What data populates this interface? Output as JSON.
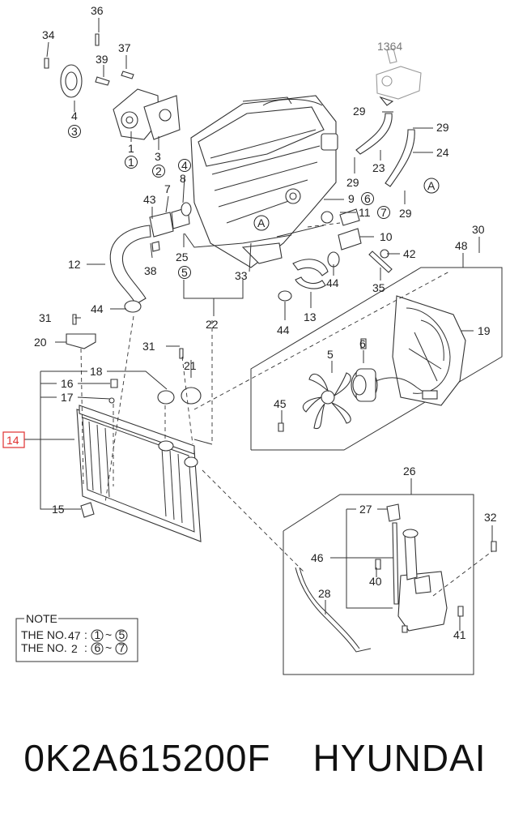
{
  "callouts": {
    "c36": "36",
    "c34": "34",
    "c39": "39",
    "c37": "37",
    "c4": "4",
    "c1": "1",
    "c3": "3",
    "c1364": "1364",
    "c29a": "29",
    "c29b": "29",
    "c24": "24",
    "c23": "23",
    "c29c": "29",
    "c29d": "29",
    "c43": "43",
    "c7": "7",
    "c8": "8",
    "c9": "9",
    "c11": "11",
    "c10": "10",
    "c42": "42",
    "c35": "35",
    "c38": "38",
    "c25": "25",
    "c33": "33",
    "c22": "22",
    "c12": "12",
    "c44a": "44",
    "c44b": "44",
    "c44c": "44",
    "c13": "13",
    "c30": "30",
    "c48": "48",
    "c31a": "31",
    "c20": "20",
    "c31b": "31",
    "c21": "21",
    "c18": "18",
    "c16": "16",
    "c17": "17",
    "c5": "5",
    "c6": "6",
    "c19": "19",
    "c45": "45",
    "c14": "14",
    "c15": "15",
    "c26": "26",
    "c27": "27",
    "c32": "32",
    "c46": "46",
    "c40": "40",
    "c28": "28",
    "c41": "41",
    "cA1": "A",
    "cA2": "A"
  },
  "circled": {
    "r3": "3",
    "r1": "1",
    "r2": "2",
    "r4": "4",
    "r6": "6",
    "r7": "7",
    "r5": "5"
  },
  "note": {
    "title": "NOTE",
    "row1_prefix": "THE NO.",
    "row1_num": "47",
    "row1_sep": ":",
    "row1_from": "1",
    "row1_tilde": "~",
    "row1_to": "5",
    "row2_prefix": "THE NO.",
    "row2_num": "2",
    "row2_sep": ":",
    "row2_from": "6",
    "row2_tilde": "~",
    "row2_to": "7"
  },
  "caption": {
    "part_number": "0K2A615200F",
    "brand": "HYUNDAI"
  },
  "highlight_color": "#e03030"
}
